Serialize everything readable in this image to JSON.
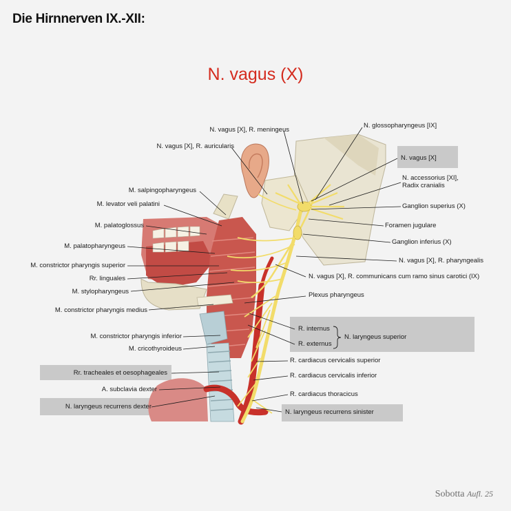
{
  "header": "Die Hirnnerven IX.-XII:",
  "title": "N. vagus (X)",
  "labels": {
    "meningeus": "N. vagus [X], R. meningeus",
    "auricularis": "N. vagus [X], R. auricularis",
    "salpingo": "M. salpingopharyngeus",
    "levator": "M. levator veli palatini",
    "palatoglossus": "M. palatoglossus",
    "palatopharyngeus": "M. palatopharyngeus",
    "constrictor_sup": "M. constrictor pharyngis superior",
    "linguales": "Rr. linguales",
    "stylopharyngeus": "M. stylopharyngeus",
    "constrictor_med": "M. constrictor pharyngis medius",
    "constrictor_inf": "M. constrictor pharyngis inferior",
    "cricothyroideus": "M. cricothyroideus",
    "tracheales": "Rr. tracheales et oesophageales",
    "subclavia": "A. subclavia dexter",
    "recurrens_dexter": "N. laryngeus recurrens dexter",
    "glossopharyngeus": "N. glossopharyngeus [IX]",
    "vagus": "N. vagus [X]",
    "accessorius_1": "N. accessorius [XI],",
    "accessorius_2": "Radix cranialis",
    "ganglion_sup": "Ganglion superius (X)",
    "foramen": "Foramen jugulare",
    "ganglion_inf": "Ganglion inferius (X)",
    "pharyngealis": "N. vagus [X], R. pharyngealis",
    "communicans": "N. vagus [X], R. communicans cum ramo sinus carotici (IX)",
    "plexus": "Plexus pharyngeus",
    "internus": "R. internus",
    "externus": "R. externus",
    "laryngeus_sup": "N. laryngeus superior",
    "cardiacus_sup": "R. cardiacus cervicalis superior",
    "cardiacus_inf": "R. cardiacus cervicalis inferior",
    "thoracicus": "R. cardiacus thoracicus",
    "recurrens_sinister": "N. laryngeus recurrens sinister"
  },
  "credit": {
    "name": "Sobotta",
    "edition": "Aufl. 25"
  },
  "colors": {
    "title": "#d42b1e",
    "nerve": "#f2dc6a",
    "artery": "#c8312a",
    "muscle": "#c9574e",
    "highlight_box": "#c9c9c9"
  }
}
